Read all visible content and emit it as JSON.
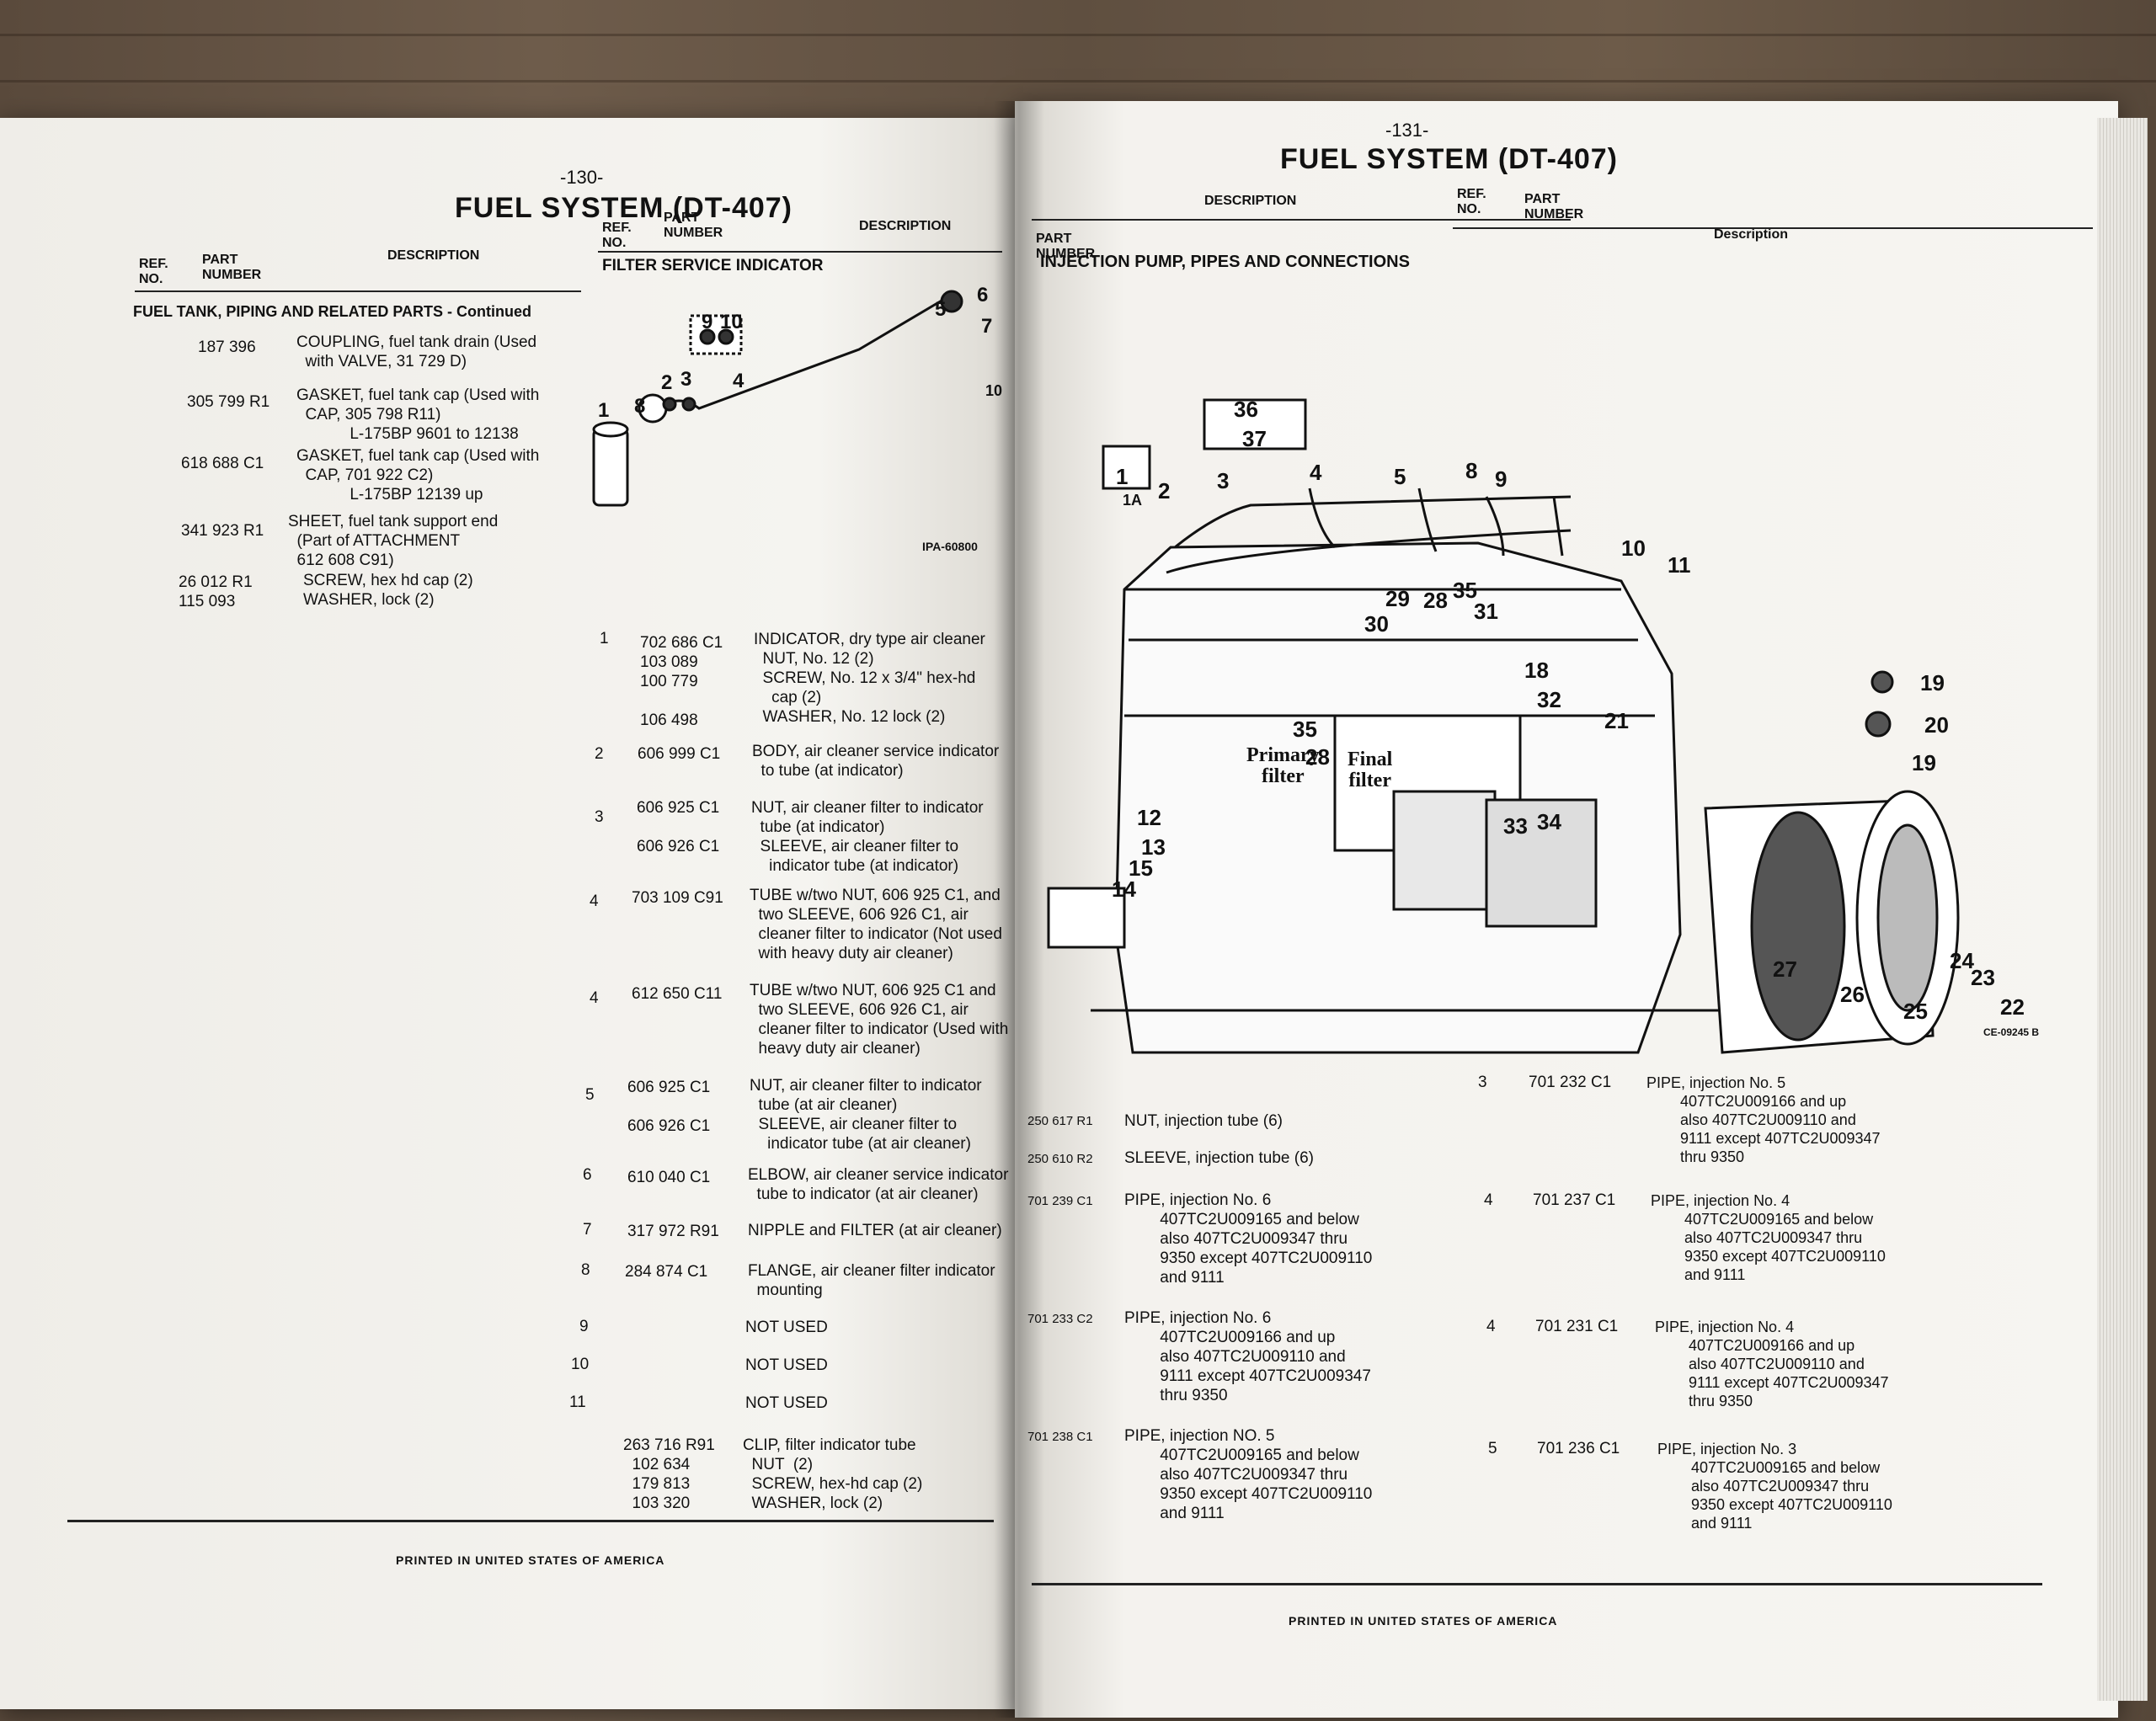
{
  "left": {
    "page_number": "-130-",
    "title": "FUEL SYSTEM (DT-407)",
    "col1": {
      "hdr_ref": "REF.\nNO.",
      "hdr_part": "PART\nNUMBER",
      "hdr_desc": "DESCRIPTION",
      "section": "FUEL TANK, PIPING AND RELATED PARTS - Continued",
      "rows": [
        {
          "part": "187 396",
          "desc": "COUPLING, fuel tank drain (Used\n  with VALVE, 31 729 D)"
        },
        {
          "part": "305 799 R1",
          "desc": "GASKET, fuel tank cap (Used with\n  CAP, 305 798 R11)\n            L-175BP 9601 to 12138"
        },
        {
          "part": "618 688 C1",
          "desc": "GASKET, fuel tank cap (Used with\n  CAP, 701 922 C2)\n            L-175BP 12139 up"
        },
        {
          "part": "341 923 R1",
          "desc": "SHEET, fuel tank support end\n  (Part of ATTACHMENT\n  612 608 C91)"
        },
        {
          "part": "26 012 R1\n115 093",
          "desc": "SCREW, hex hd cap (2)\nWASHER, lock (2)"
        }
      ]
    },
    "col2": {
      "hdr_ref": "REF.\nNO.",
      "hdr_part": "PART\nNUMBER",
      "hdr_desc": "DESCRIPTION",
      "section": "FILTER SERVICE INDICATOR",
      "diagram_code": "IPA-60800",
      "rows": [
        {
          "ref": "1",
          "part": "702 686 C1\n103 089\n100 779\n\n106 498",
          "desc": "INDICATOR, dry type air cleaner\n  NUT, No. 12 (2)\n  SCREW, No. 12 x 3/4\" hex-hd\n    cap (2)\n  WASHER, No. 12 lock (2)"
        },
        {
          "ref": "2",
          "part": "606 999 C1",
          "desc": "BODY, air cleaner service indicator\n  to tube (at indicator)"
        },
        {
          "ref": "3",
          "part": "606 925 C1\n\n606 926 C1",
          "desc": "NUT, air cleaner filter to indicator\n  tube (at indicator)\n  SLEEVE, air cleaner filter to\n    indicator tube (at indicator)"
        },
        {
          "ref": "4",
          "part": "703 109 C91",
          "desc": "TUBE w/two NUT, 606 925 C1, and\n  two SLEEVE, 606 926 C1, air\n  cleaner filter to indicator (Not used\n  with heavy duty air cleaner)"
        },
        {
          "ref": "4",
          "part": "612 650 C11",
          "desc": "TUBE w/two NUT, 606 925 C1 and\n  two SLEEVE, 606 926 C1, air\n  cleaner filter to indicator (Used with\n  heavy duty air cleaner)"
        },
        {
          "ref": "5",
          "part": "606 925 C1\n\n606 926 C1",
          "desc": "NUT, air cleaner filter to indicator\n  tube (at air cleaner)\n  SLEEVE, air cleaner filter to\n    indicator tube (at air cleaner)"
        },
        {
          "ref": "6",
          "part": "610 040 C1",
          "desc": "ELBOW, air cleaner service indicator\n  tube to indicator (at air cleaner)"
        },
        {
          "ref": "7",
          "part": "317 972 R91",
          "desc": "NIPPLE and FILTER (at air cleaner)"
        },
        {
          "ref": "8",
          "part": "284 874 C1",
          "desc": "FLANGE, air cleaner filter indicator\n  mounting"
        },
        {
          "ref": "9",
          "part": "",
          "desc": "NOT USED"
        },
        {
          "ref": "10",
          "part": "",
          "desc": "NOT USED"
        },
        {
          "ref": "11",
          "part": "",
          "desc": "NOT USED"
        },
        {
          "ref": "",
          "part": "263 716 R91\n  102 634\n  179 813\n  103 320",
          "desc": "CLIP, filter indicator tube\n  NUT  (2)\n  SCREW, hex-hd cap (2)\n  WASHER, lock (2)"
        }
      ]
    },
    "footer": "PRINTED IN UNITED STATES OF AMERICA"
  },
  "right": {
    "page_number": "-131-",
    "title": "FUEL SYSTEM (DT-407)",
    "col1": {
      "hdr_part": "PART\nNUMBER",
      "hdr_desc": "DESCRIPTION",
      "section": "INJECTION PUMP, PIPES AND CONNECTIONS",
      "diagram_code": "CE-09245 B",
      "primary_filter": "Primary\nfilter",
      "final_filter": "Final\nfilter",
      "callouts": [
        "1",
        "1A",
        "2",
        "3",
        "4",
        "5",
        "8",
        "9",
        "10",
        "11",
        "12",
        "13",
        "14",
        "15",
        "18",
        "19",
        "19",
        "20",
        "21",
        "22",
        "23",
        "24",
        "25",
        "26",
        "27",
        "28",
        "28",
        "29",
        "30",
        "31",
        "32",
        "33",
        "34",
        "35",
        "35",
        "36",
        "37"
      ],
      "rows": [
        {
          "part": "250 617 R1",
          "desc": "NUT, injection tube (6)"
        },
        {
          "part": "250 610 R2",
          "desc": "SLEEVE, injection tube (6)"
        },
        {
          "part": "701 239 C1",
          "desc": "PIPE, injection No. 6\n        407TC2U009165 and below\n        also 407TC2U009347 thru\n        9350 except 407TC2U009110\n        and 9111"
        },
        {
          "part": "701 233 C2",
          "desc": "PIPE, injection No. 6\n        407TC2U009166 and up\n        also 407TC2U009110 and\n        9111 except 407TC2U009347\n        thru 9350"
        },
        {
          "part": "701 238 C1",
          "desc": "PIPE, injection NO. 5\n        407TC2U009165 and below\n        also 407TC2U009347 thru\n        9350 except 407TC2U009110\n        and 9111"
        }
      ]
    },
    "col2": {
      "hdr_ref": "REF.\nNO.",
      "hdr_part": "PART\nNUMBER",
      "hdr_desc": "Description",
      "rows": [
        {
          "ref": "3",
          "part": "701 232 C1",
          "desc": "PIPE, injection No. 5\n        407TC2U009166 and up\n        also 407TC2U009110 and\n        9111 except 407TC2U009347\n        thru 9350"
        },
        {
          "ref": "4",
          "part": "701 237 C1",
          "desc": "PIPE, injection No. 4\n        407TC2U009165 and below\n        also 407TC2U009347 thru\n        9350 except 407TC2U009110\n        and 9111"
        },
        {
          "ref": "4",
          "part": "701 231 C1",
          "desc": "PIPE, injection No. 4\n        407TC2U009166 and up\n        also 407TC2U009110 and\n        9111 except 407TC2U009347\n        thru 9350"
        },
        {
          "ref": "5",
          "part": "701 236 C1",
          "desc": "PIPE, injection No. 3\n        407TC2U009165 and below\n        also 407TC2U009347 thru\n        9350 except 407TC2U009110\n        and 9111"
        }
      ]
    },
    "footer": "PRINTED IN UNITED STATES OF AMERICA"
  }
}
